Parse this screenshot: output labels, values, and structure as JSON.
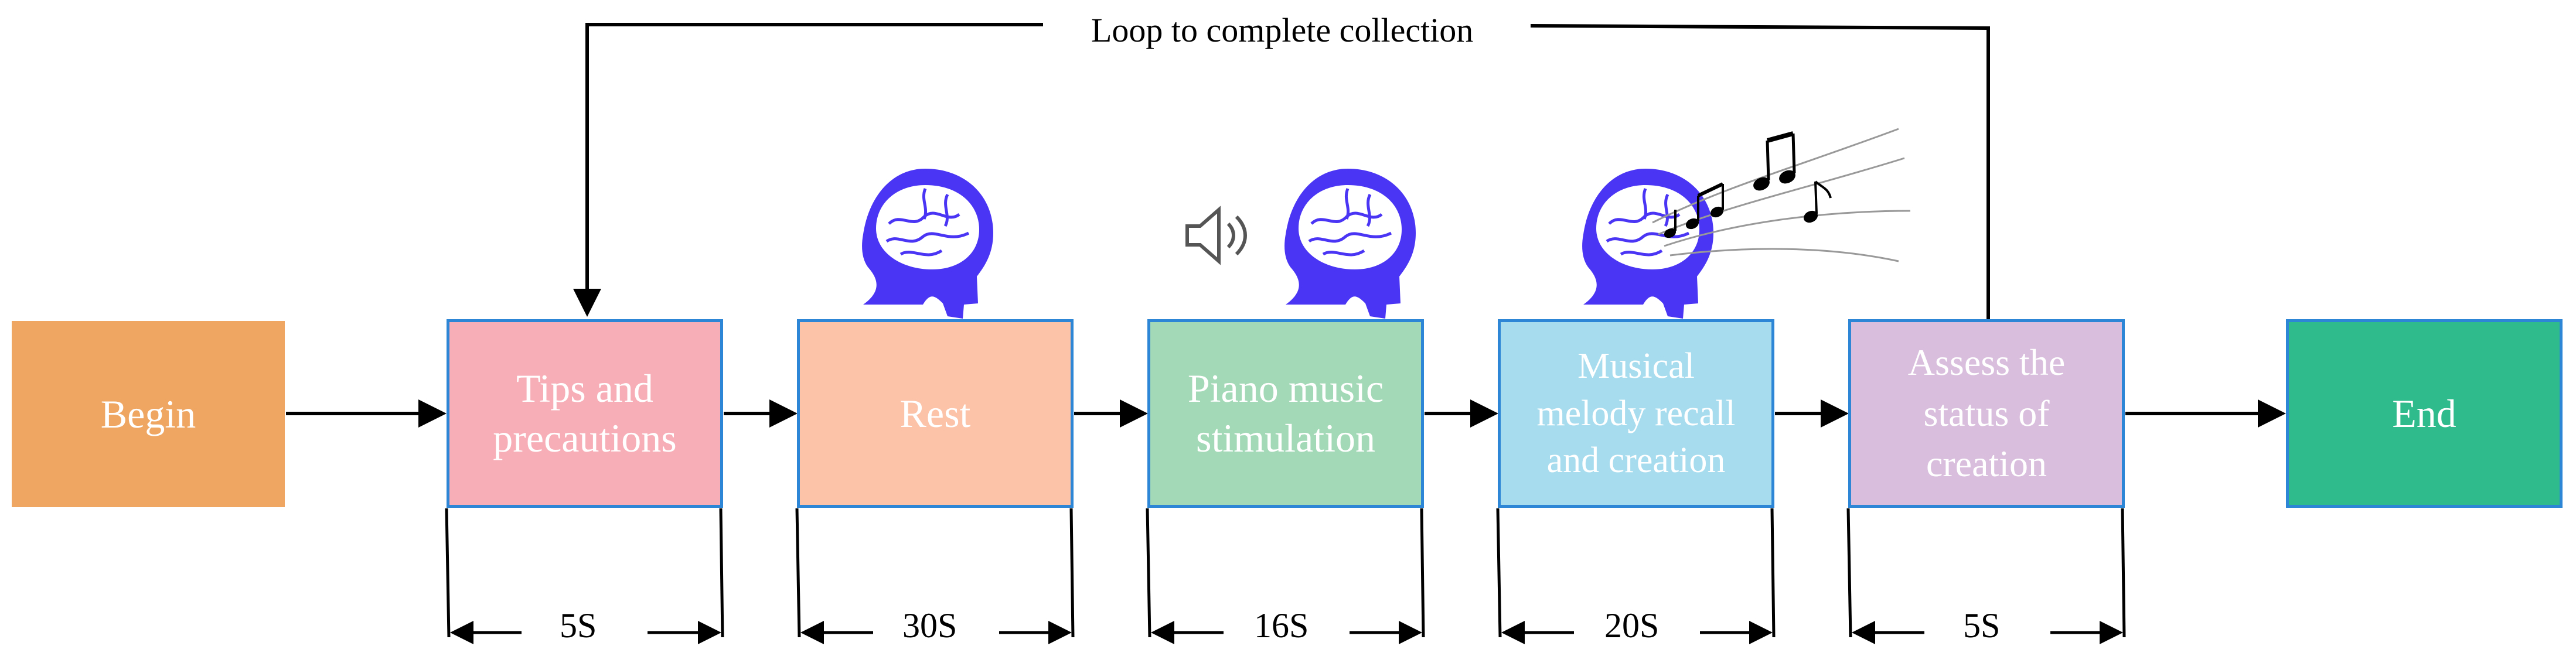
{
  "loop_label": "Loop to complete collection",
  "begin": {
    "label": "Begin",
    "color": "#EFA663"
  },
  "end": {
    "label": "End",
    "color": "#2FBB8B"
  },
  "stage_border_color": "#2E86D6",
  "head_color": "#4B35F5",
  "stages": [
    {
      "lines": [
        "Tips and",
        "precautions"
      ],
      "duration": "5S",
      "color": "#F7AEB7"
    },
    {
      "lines": [
        "Rest"
      ],
      "duration": "30S",
      "color": "#FCC3A8",
      "icon": "brain-head-icon"
    },
    {
      "lines": [
        "Piano music",
        "stimulation"
      ],
      "duration": "16S",
      "color": "#A3D9B6",
      "icon": "speaker-brain-head-icon"
    },
    {
      "lines": [
        "Musical",
        "melody recall",
        "and creation"
      ],
      "duration": "20S",
      "color": "#A6DCEE",
      "icon": "music-brain-head-icon"
    },
    {
      "lines": [
        "Assess the",
        "status of",
        "creation"
      ],
      "duration": "5S",
      "color": "#D9BEDD"
    }
  ]
}
